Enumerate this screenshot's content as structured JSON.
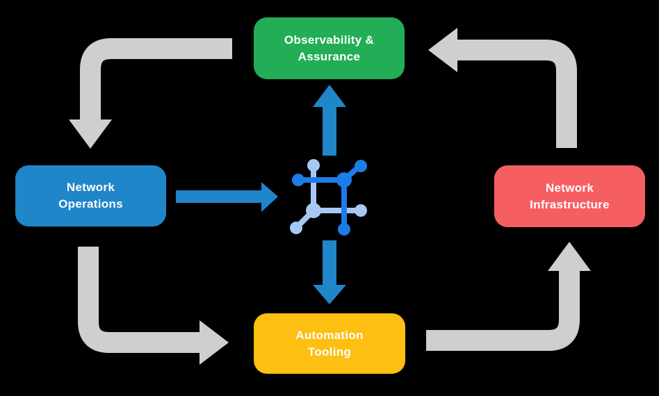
{
  "diagram": {
    "description": "Network automation lifecycle diagram with four stages cycling around a central network-nodes icon",
    "colors": {
      "background": "#000000",
      "text": "#ffffff",
      "node_green": "#22ad56",
      "node_blue": "#1f86c9",
      "node_red": "#f65f61",
      "node_yellow": "#fcbf12",
      "arrow_gray": "#cfcfcf",
      "arrow_blue": "#1f86c9",
      "icon_dark_blue": "#1d7ce8",
      "icon_light_blue": "#a8c8f4"
    },
    "nodes": {
      "top": {
        "label": "Observability &\nAssurance",
        "color": "#22ad56"
      },
      "left": {
        "label": "Network\nOperations",
        "color": "#1f86c9"
      },
      "right": {
        "label": "Network\nInfrastructure",
        "color": "#f65f61"
      },
      "bottom": {
        "label": "Automation\nTooling",
        "color": "#fcbf12"
      }
    },
    "center_icon": {
      "name": "network-nodes-icon",
      "style": "square of linked nodes, dark and light blue"
    },
    "flows": {
      "gray_cycle": [
        "Observability & Assurance -> Network Operations",
        "Network Operations -> Automation Tooling",
        "Automation Tooling -> Network Infrastructure",
        "Network Infrastructure -> Observability & Assurance"
      ],
      "blue_arrows": [
        "Network Operations -> center icon",
        "center icon -> Observability & Assurance",
        "center icon -> Automation Tooling"
      ]
    }
  }
}
